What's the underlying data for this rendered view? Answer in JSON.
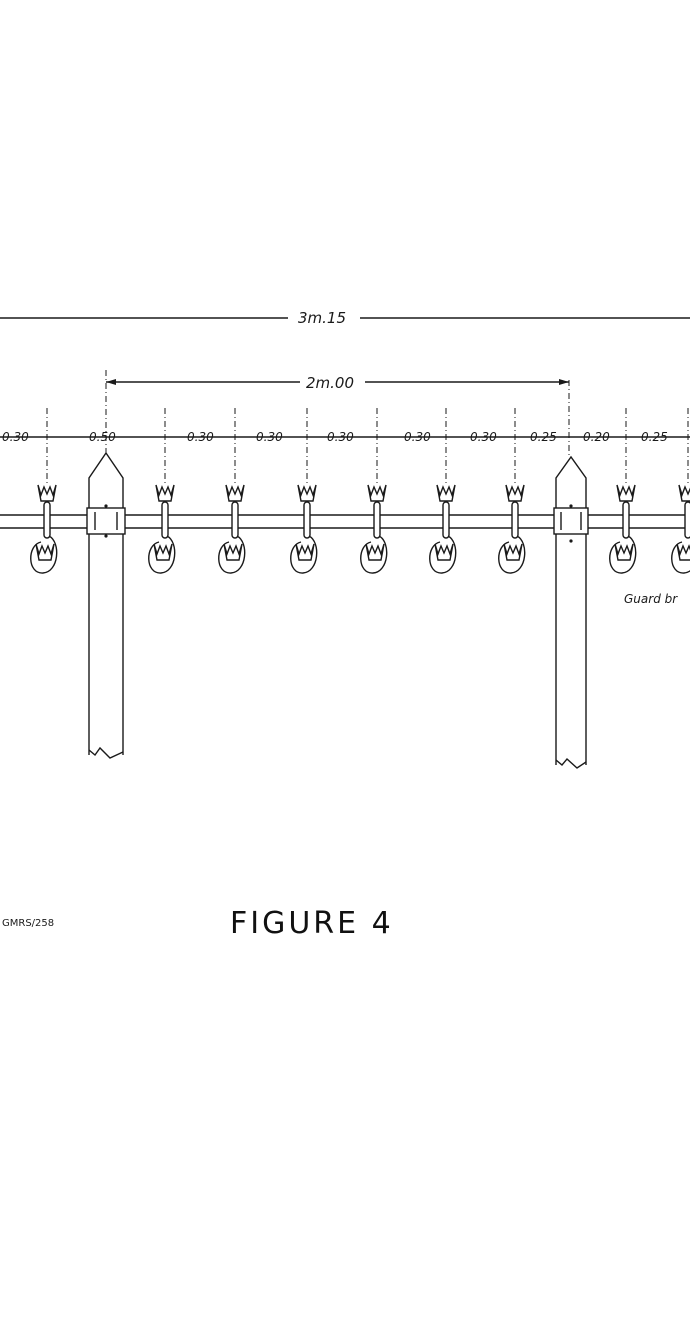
{
  "figure_title": "FIGURE 4",
  "reference_code": "GMRS/258",
  "overall_dimension": "3m.15",
  "post_spacing_dimension": "2m.00",
  "guard_note": "Guard br",
  "spacing_labels": [
    "0.30",
    "0.50",
    "0.30",
    "0.30",
    "0.30",
    "0.30",
    "0.30",
    "0.25",
    "0.20",
    "0.25"
  ]
}
